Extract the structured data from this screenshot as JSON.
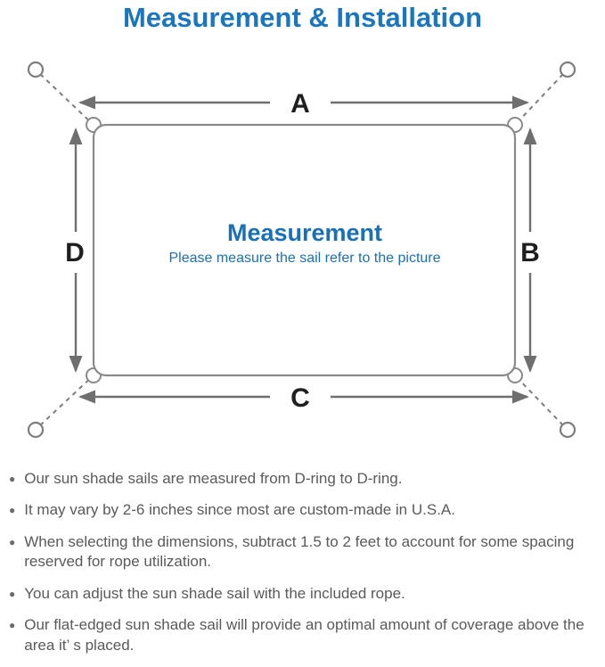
{
  "title": "Measurement & Installation",
  "colors": {
    "accent_blue": "#1b76be",
    "diagram_line": "#8a8a8a",
    "arrow_gray": "#6f6f6f",
    "note_text": "#5a5a5a"
  },
  "diagram": {
    "labels": {
      "top": "A",
      "right": "B",
      "bottom": "C",
      "left": "D"
    },
    "center_title": "Measurement",
    "center_subtitle": "Please measure the sail refer to the picture"
  },
  "notes": [
    "Our sun shade sails are measured from D-ring to D-ring.",
    "It may vary by 2-6 inches since most are custom-made in U.S.A.",
    "When selecting the dimensions, subtract 1.5 to 2 feet to account for some spacing reserved for rope utilization.",
    "You can adjust the sun shade sail with the included rope.",
    "Our flat-edged sun shade sail will provide an optimal amount of coverage above the area it’ s placed."
  ]
}
